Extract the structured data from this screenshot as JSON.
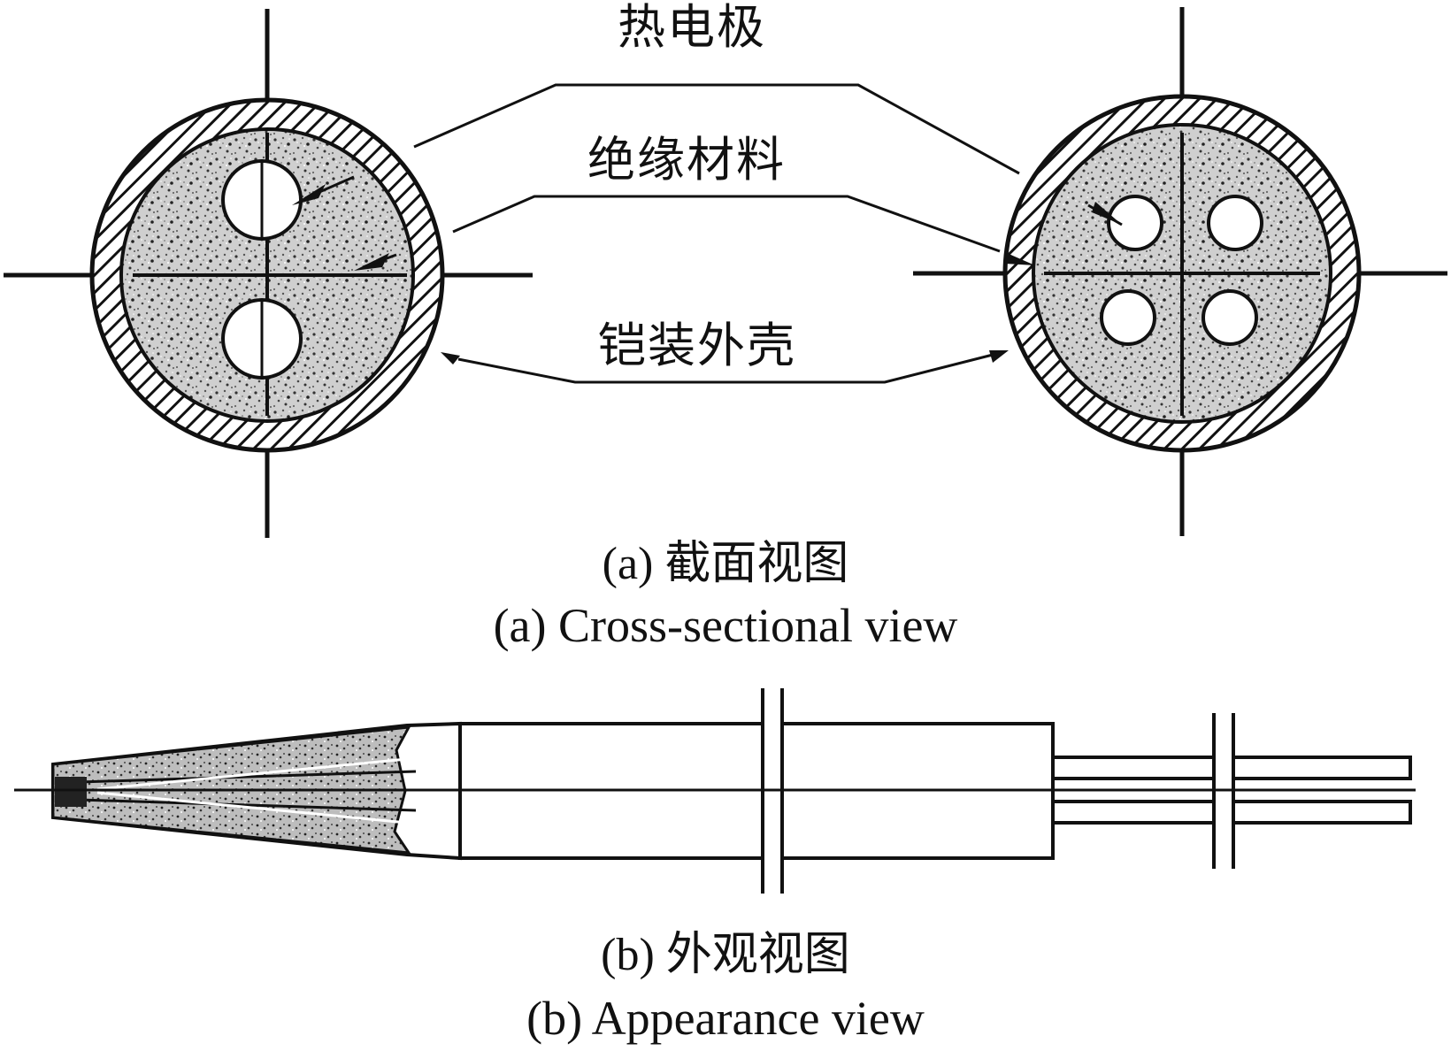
{
  "labels": {
    "thermoelectrode": "热电极",
    "insulation": "绝缘材料",
    "sheath": "铠装外壳"
  },
  "captions": {
    "a_cn": "(a) 截面视图",
    "a_en": "(a) Cross-sectional view",
    "b_cn": "(b) 外观视图",
    "b_en": "(b) Appearance view"
  }
}
